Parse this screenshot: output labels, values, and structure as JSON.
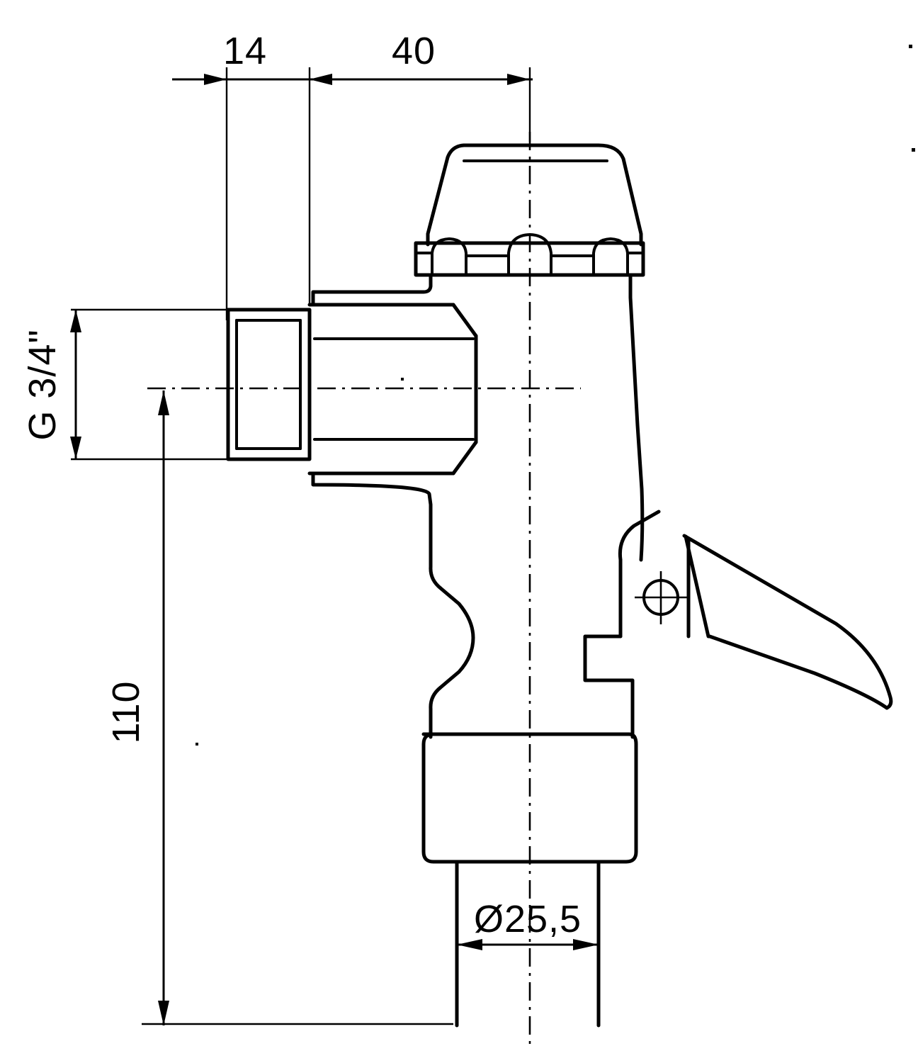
{
  "drawing": {
    "title": "Self-closing valve side elevation",
    "subject": "faucet-valve-assembly",
    "projection": "side-section",
    "units": "mm",
    "background_color": "#ffffff",
    "line_color": "#000000"
  },
  "dimensions": {
    "thread_length": {
      "label": "14",
      "name": "thread-length-dimension",
      "orientation": "horizontal",
      "value": 14,
      "unit": "mm"
    },
    "body_offset": {
      "label": "40",
      "name": "body-offset-dimension",
      "orientation": "horizontal",
      "value": 40,
      "unit": "mm"
    },
    "thread_size": {
      "label": "G 3/4\"",
      "name": "thread-size-dimension",
      "orientation": "vertical",
      "value": "G 3/4\"",
      "unit": "inch-bsp"
    },
    "overall_height": {
      "label": "110",
      "name": "overall-height-dimension",
      "orientation": "vertical",
      "value": 110,
      "unit": "mm"
    },
    "outlet_diameter": {
      "label": "Ø25,5",
      "name": "outlet-diameter-dimension",
      "orientation": "horizontal",
      "value": 25.5,
      "unit": "mm"
    }
  },
  "components": {
    "cap": "valve-cap",
    "knurl_collar": "knurled-collar",
    "inlet_thread": "threaded-inlet-spigot",
    "hex_shoulder": "hex-shoulder",
    "body": "valve-body",
    "lever": "lever-handle",
    "pivot": "lever-pivot-hole",
    "outlet_nut": "outlet-nut",
    "outlet_tube": "outlet-tube"
  },
  "annotations": {
    "centerline_vertical": "vertical-centerline",
    "centerline_horizontal": "horizontal-centerline",
    "pivot_crosshair": "pivot-crosshair"
  }
}
